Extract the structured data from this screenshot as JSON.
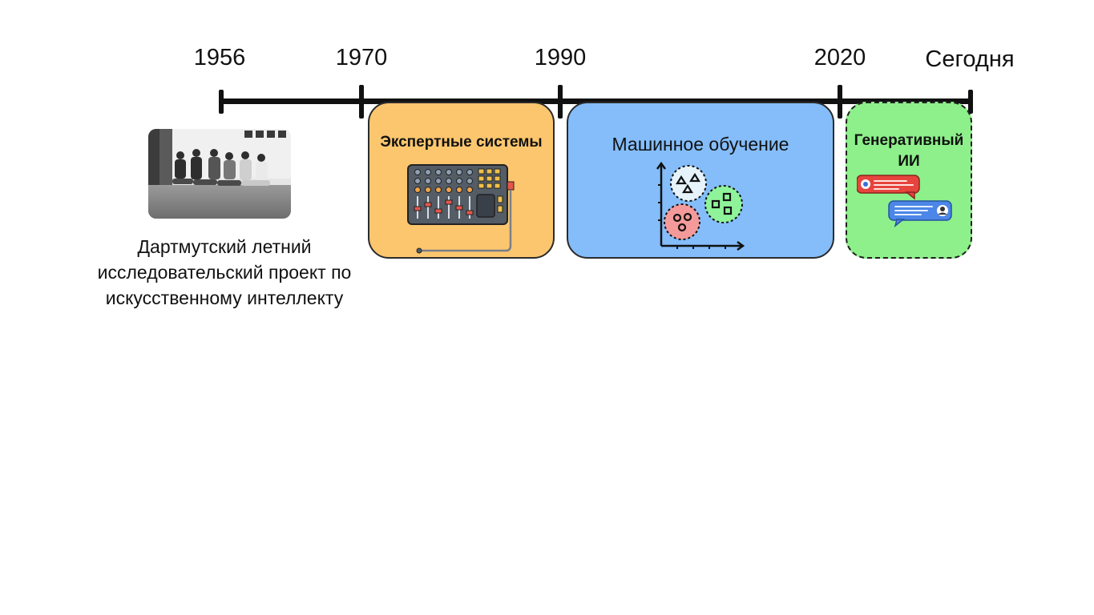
{
  "timeline": {
    "years": [
      "1956",
      "1970",
      "1990",
      "2020",
      "Сегодня"
    ]
  },
  "dartmouth": {
    "caption": "Дартмутский летний исследовательский проект по искусственному интеллекту",
    "photo_icon": "group-photo"
  },
  "eras": [
    {
      "title": "Экспертные системы",
      "icon": "control-panel-icon",
      "color": "#fcc66e"
    },
    {
      "title": "Машинное обучение",
      "icon": "cluster-plot-icon",
      "color": "#84bdfa"
    },
    {
      "title_line1": "Генеративный",
      "title_line2": "ИИ",
      "icon": "chat-bubbles-icon",
      "color": "#8df08a"
    }
  ]
}
